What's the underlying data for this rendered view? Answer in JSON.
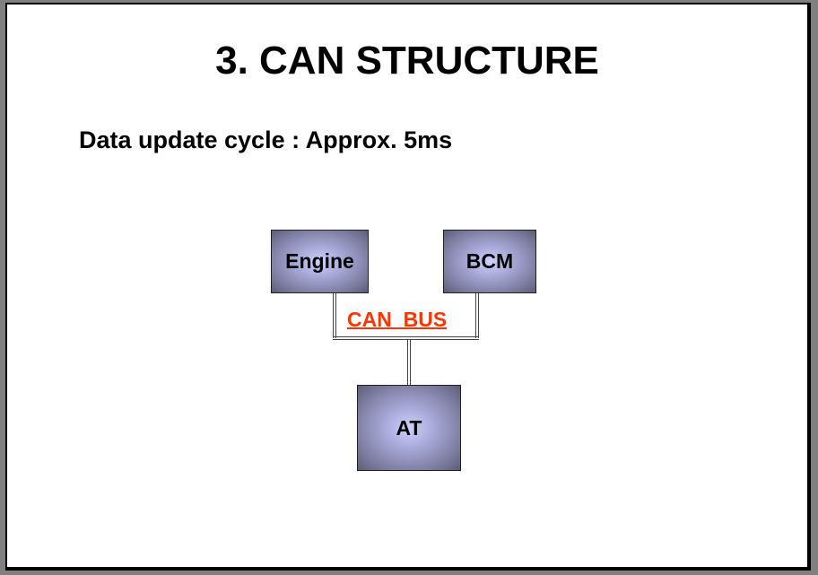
{
  "slide": {
    "title": "3. CAN STRUCTURE",
    "subtitle": "Data update cycle : Approx. 5ms"
  },
  "diagram": {
    "nodes": {
      "engine": "Engine",
      "bcm": "BCM",
      "at": "AT"
    },
    "bus_label": "CAN  BUS",
    "colors": {
      "bus_label": "#ff3300",
      "node_center": "#d0d0ff",
      "node_edge": "#5c5c78"
    }
  }
}
